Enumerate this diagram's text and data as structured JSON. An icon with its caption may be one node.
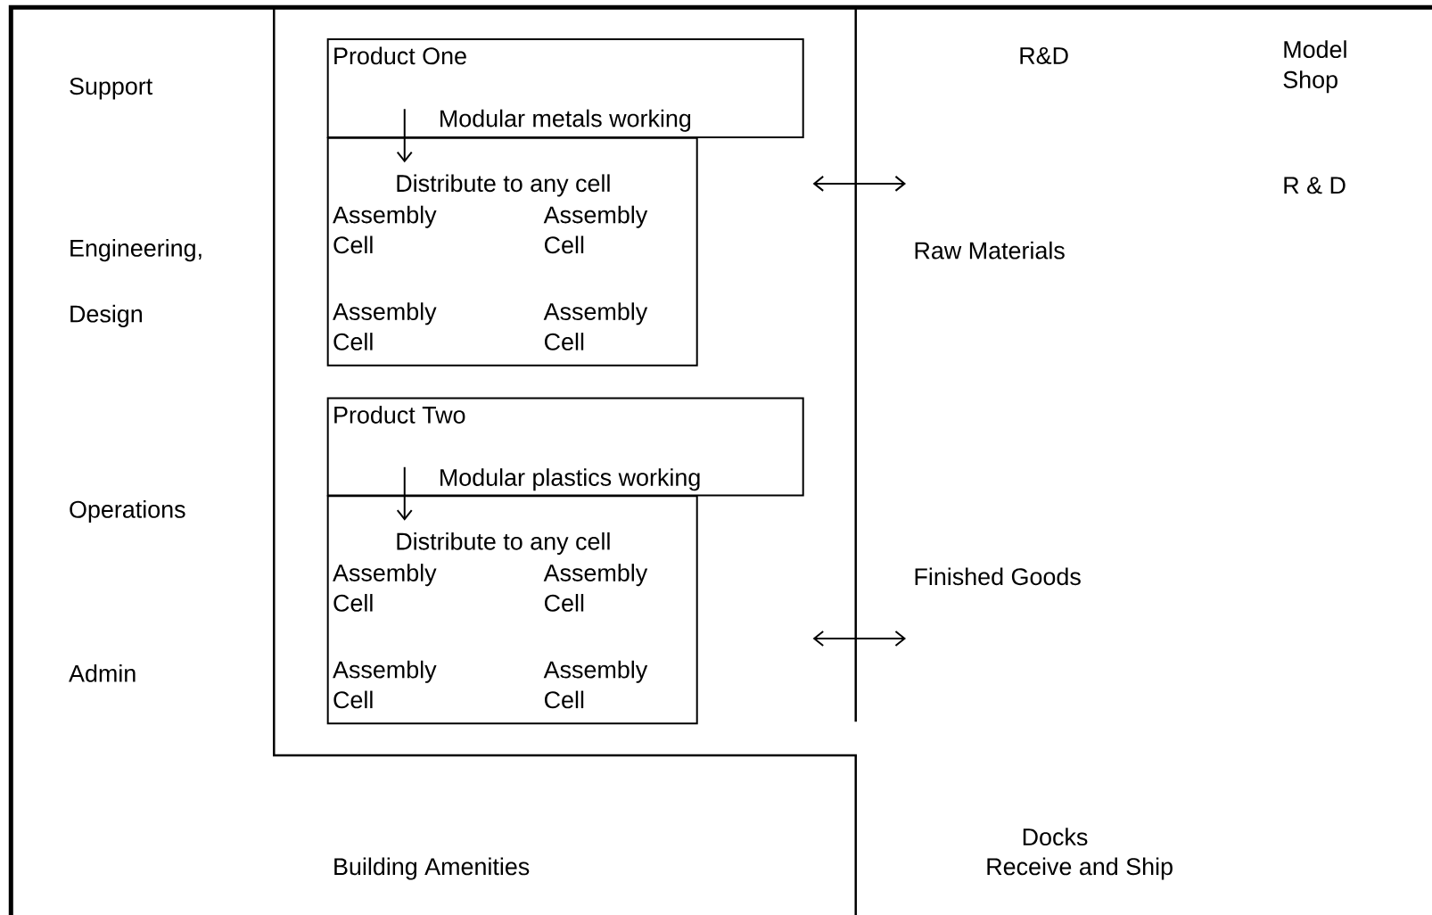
{
  "diagram": {
    "nodes": [
      {
        "text": [
          "Product One",
          "Modular metals working"
        ]
      },
      {
        "text": [
          "Distribute to any cell",
          "Assembly Cell",
          "Assembly Cell",
          "Assembly Cell",
          "Assembly Cell"
        ]
      },
      {
        "text": [
          "Product Two",
          "Modular plastics working"
        ]
      },
      {
        "text": [
          "Distribute to any cell",
          "Assembly Cell",
          "Assembly Cell",
          "Assembly Cell",
          "Assembly Cell"
        ]
      }
    ],
    "edges": [
      {
        "from": 0,
        "to": 1,
        "arrow": "to"
      },
      {
        "from": 2,
        "to": 3,
        "arrow": "to"
      }
    ],
    "labels": [
      "R&D",
      "Model Shop",
      "Support",
      "R & D",
      "Engineering,",
      "Raw Materials",
      "Design",
      "Operations",
      "Finished Goods",
      "Admin",
      "Docks",
      "Building Amenities",
      "Receive and Ship"
    ]
  }
}
